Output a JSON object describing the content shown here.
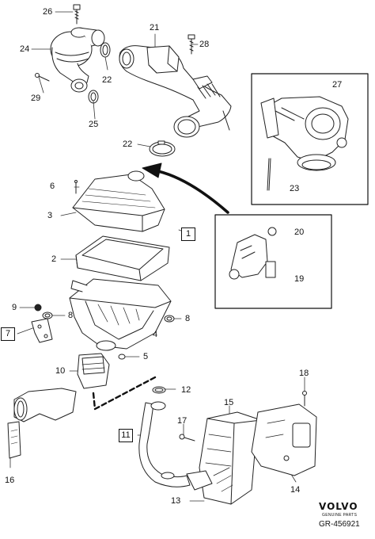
{
  "diagram": {
    "part_numbers": {
      "p1": "1",
      "p2": "2",
      "p3": "3",
      "p4": "4",
      "p5": "5",
      "p6": "6",
      "p7": "7",
      "p8a": "8",
      "p8b": "8",
      "p9": "9",
      "p10": "10",
      "p11": "11",
      "p12": "12",
      "p13": "13",
      "p14": "14",
      "p15": "15",
      "p16": "16",
      "p17": "17",
      "p18": "18",
      "p19": "19",
      "p20": "20",
      "p21": "21",
      "p22a": "22",
      "p22b": "22",
      "p23": "23",
      "p24": "24",
      "p25": "25",
      "p26": "26",
      "p27": "27",
      "p28": "28",
      "p29": "29"
    },
    "brand": "VOLVO",
    "brand_sub": "GENUINE PARTS",
    "reference": "GR-456921"
  }
}
